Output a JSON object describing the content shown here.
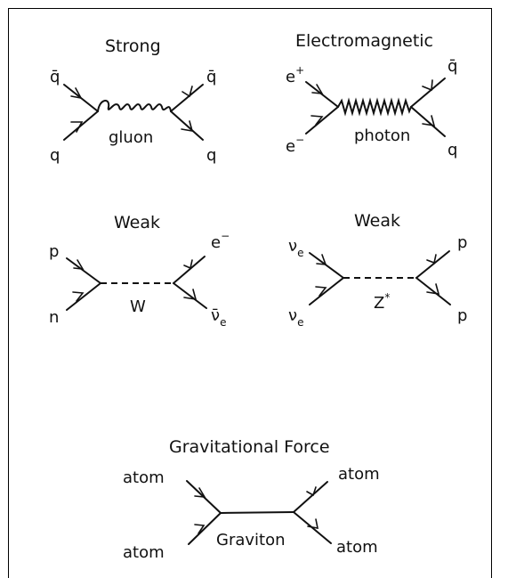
{
  "diagrams": {
    "strong": {
      "title": "Strong",
      "in_top": "q̄",
      "in_bottom": "q",
      "out_top": "q̄",
      "out_bottom": "q",
      "mediator": "gluon"
    },
    "em": {
      "title": "Electromagnetic",
      "in_top": "e",
      "in_top_sup": "+",
      "in_bottom": "e",
      "in_bottom_sup": "−",
      "out_top": "q̄",
      "out_bottom": "q",
      "mediator": "photon"
    },
    "weak1": {
      "title": "Weak",
      "in_top": "p",
      "in_bottom": "n",
      "out_top": "e",
      "out_top_sup": "−",
      "out_bottom": "ν̄",
      "out_bottom_sub": "e",
      "mediator": "W"
    },
    "weak2": {
      "title": "Weak",
      "in_top": "ν",
      "in_top_sub": "e",
      "in_bottom": "ν",
      "in_bottom_sub": "e",
      "out_top": "p",
      "out_bottom": "p",
      "mediator": "Z",
      "mediator_sup": "*"
    },
    "gravity": {
      "title": "Gravitational Force",
      "in_top": "atom",
      "in_bottom": "atom",
      "out_top": "atom",
      "out_bottom": "atom",
      "mediator": "Graviton"
    }
  }
}
